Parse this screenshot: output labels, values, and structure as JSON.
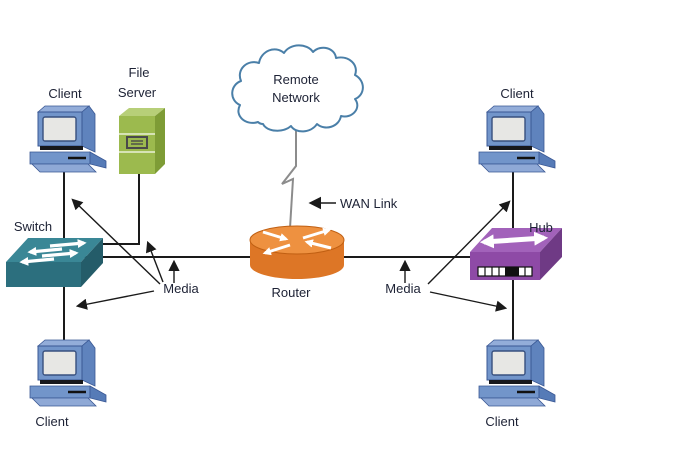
{
  "diagram": {
    "nodes": {
      "client_top_left": {
        "label": "Client"
      },
      "file_server": {
        "label_line1": "File",
        "label_line2": "Server"
      },
      "remote_network": {
        "label_line1": "Remote",
        "label_line2": "Network"
      },
      "client_top_right": {
        "label": "Client"
      },
      "switch": {
        "label": "Switch"
      },
      "router": {
        "label": "Router"
      },
      "hub": {
        "label": "Hub"
      },
      "client_bottom_left": {
        "label": "Client"
      },
      "client_bottom_right": {
        "label": "Client"
      }
    },
    "annotations": {
      "wan_link": {
        "label": "WAN Link"
      },
      "media_left": {
        "label": "Media"
      },
      "media_right": {
        "label": "Media"
      }
    },
    "colors": {
      "client_blue": "#7295CA",
      "client_blue_light": "#93ADD9",
      "client_blue_dark": "#5F83BD",
      "server_green": "#9CBA4E",
      "server_green_dark": "#7E9C36",
      "server_green_light": "#B7CF78",
      "switch_teal_top": "#3A8796",
      "switch_teal_front": "#2C6F7E",
      "switch_teal_side": "#245C69",
      "router_orange": "#DD7626",
      "router_orange_light": "#EE9140",
      "hub_purple_top": "#A262BA",
      "hub_purple_front": "#8E4AA6",
      "hub_purple_side": "#6F3A85",
      "cloud_outline": "#4A7FA8",
      "wan_line": "#8C8C8C",
      "cable": "#1A1A1A",
      "text": "#1D2235"
    }
  }
}
